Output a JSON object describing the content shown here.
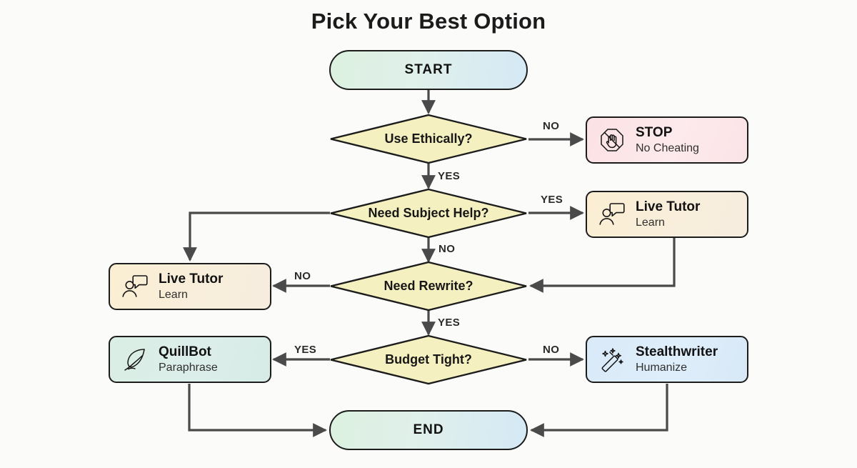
{
  "title": "Pick Your Best Option",
  "theme": {
    "background": "#fbfbfa",
    "line": "#4a4a4a",
    "node_border": "#1c1c1c",
    "terminal_gradient_from": "#dcf1df",
    "terminal_gradient_to": "#d5e9f6",
    "decision_fill": "#f5f0c0",
    "stop_fill": "#fbe1e4",
    "tutor_fill": "#fbeed2",
    "quillbot_fill": "#d9eee4",
    "stealthwriter_fill": "#d9e9f7"
  },
  "nodes": {
    "start": {
      "label": "START",
      "type": "terminal"
    },
    "end": {
      "label": "END",
      "type": "terminal"
    },
    "decision_ethical": {
      "label": "Use Ethically?",
      "type": "decision"
    },
    "decision_subject_help": {
      "label": "Need Subject Help?",
      "type": "decision"
    },
    "decision_rewrite": {
      "label": "Need Rewrite?",
      "type": "decision"
    },
    "decision_budget": {
      "label": "Budget Tight?",
      "type": "decision"
    },
    "stop": {
      "title": "STOP",
      "subtitle": "No Cheating",
      "icon": "no-hand-icon"
    },
    "tutor_right": {
      "title": "Live Tutor",
      "subtitle": "Learn",
      "icon": "person-chat-icon"
    },
    "tutor_left": {
      "title": "Live Tutor",
      "subtitle": "Learn",
      "icon": "person-chat-icon"
    },
    "quillbot": {
      "title": "QuillBot",
      "subtitle": "Paraphrase",
      "icon": "feather-quill-icon"
    },
    "stealthwriter": {
      "title": "Stealthwriter",
      "subtitle": "Humanize",
      "icon": "magic-wand-icon"
    }
  },
  "edges": [
    {
      "id": "ethical-no",
      "label": "NO",
      "from": "decision_ethical",
      "to": "stop"
    },
    {
      "id": "ethical-yes",
      "label": "YES",
      "from": "decision_ethical",
      "to": "decision_subject_help"
    },
    {
      "id": "subject-yes",
      "label": "YES",
      "from": "decision_subject_help",
      "to": "tutor_right"
    },
    {
      "id": "subject-no-down",
      "label": "NO",
      "from": "decision_subject_help",
      "to": "decision_rewrite"
    },
    {
      "id": "subject-no-left",
      "label": "",
      "from": "decision_subject_help",
      "to": "tutor_left"
    },
    {
      "id": "rewrite-no",
      "label": "NO",
      "from": "decision_rewrite",
      "to": "tutor_left"
    },
    {
      "id": "rewrite-yes",
      "label": "YES",
      "from": "decision_rewrite",
      "to": "decision_budget"
    },
    {
      "id": "budget-yes",
      "label": "YES",
      "from": "decision_budget",
      "to": "quillbot"
    },
    {
      "id": "budget-no",
      "label": "NO",
      "from": "decision_budget",
      "to": "stealthwriter"
    },
    {
      "id": "tutor-right-to-rewrite",
      "label": "",
      "from": "tutor_right",
      "to": "decision_rewrite"
    },
    {
      "id": "quillbot-to-end",
      "label": "",
      "from": "quillbot",
      "to": "end"
    },
    {
      "id": "stealthwriter-to-end",
      "label": "",
      "from": "stealthwriter",
      "to": "end"
    }
  ]
}
